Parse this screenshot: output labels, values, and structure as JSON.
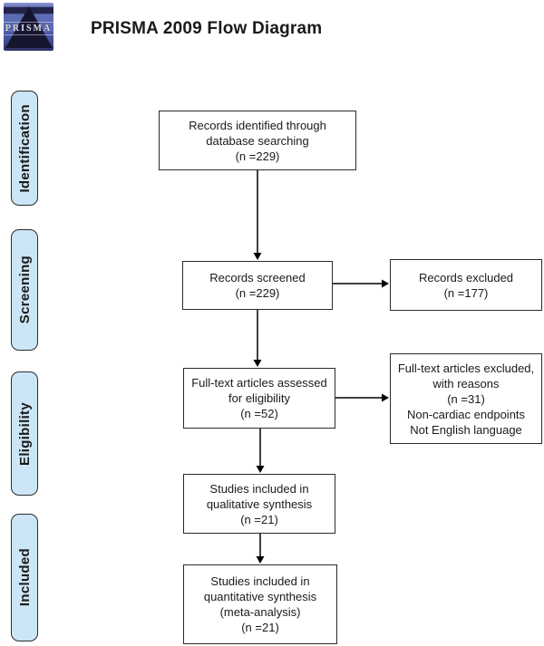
{
  "header": {
    "logo": {
      "text": "PRISMA",
      "bg_color": "#5c6cb4",
      "pyramid_color": "#15152e"
    },
    "title": "PRISMA 2009 Flow Diagram"
  },
  "sidebar": {
    "fill_color": "#cce6f7",
    "items": [
      {
        "label": "Identification"
      },
      {
        "label": "Screening"
      },
      {
        "label": "Eligibility"
      },
      {
        "label": "Included"
      }
    ]
  },
  "flow": {
    "line_color": "#000000",
    "boxes": [
      {
        "id": "records-identified",
        "lines": [
          "Records identified through",
          "database searching",
          "(n =229)"
        ]
      },
      {
        "id": "records-screened",
        "lines": [
          "Records screened",
          "(n =229)"
        ]
      },
      {
        "id": "records-excluded",
        "lines": [
          "Records excluded",
          "(n =177)"
        ]
      },
      {
        "id": "fulltext-assessed",
        "lines": [
          "Full-text articles assessed",
          "for eligibility",
          "(n =52)"
        ]
      },
      {
        "id": "fulltext-excluded",
        "lines": [
          "Full-text articles excluded,",
          "with reasons",
          "(n =31)",
          "Non-cardiac endpoints",
          "Not English language"
        ]
      },
      {
        "id": "qualitative",
        "lines": [
          "Studies included in",
          "qualitative synthesis",
          "(n =21)"
        ]
      },
      {
        "id": "quantitative",
        "lines": [
          "Studies included in",
          "quantitative synthesis",
          "(meta-analysis)",
          "(n =21)"
        ]
      }
    ]
  }
}
